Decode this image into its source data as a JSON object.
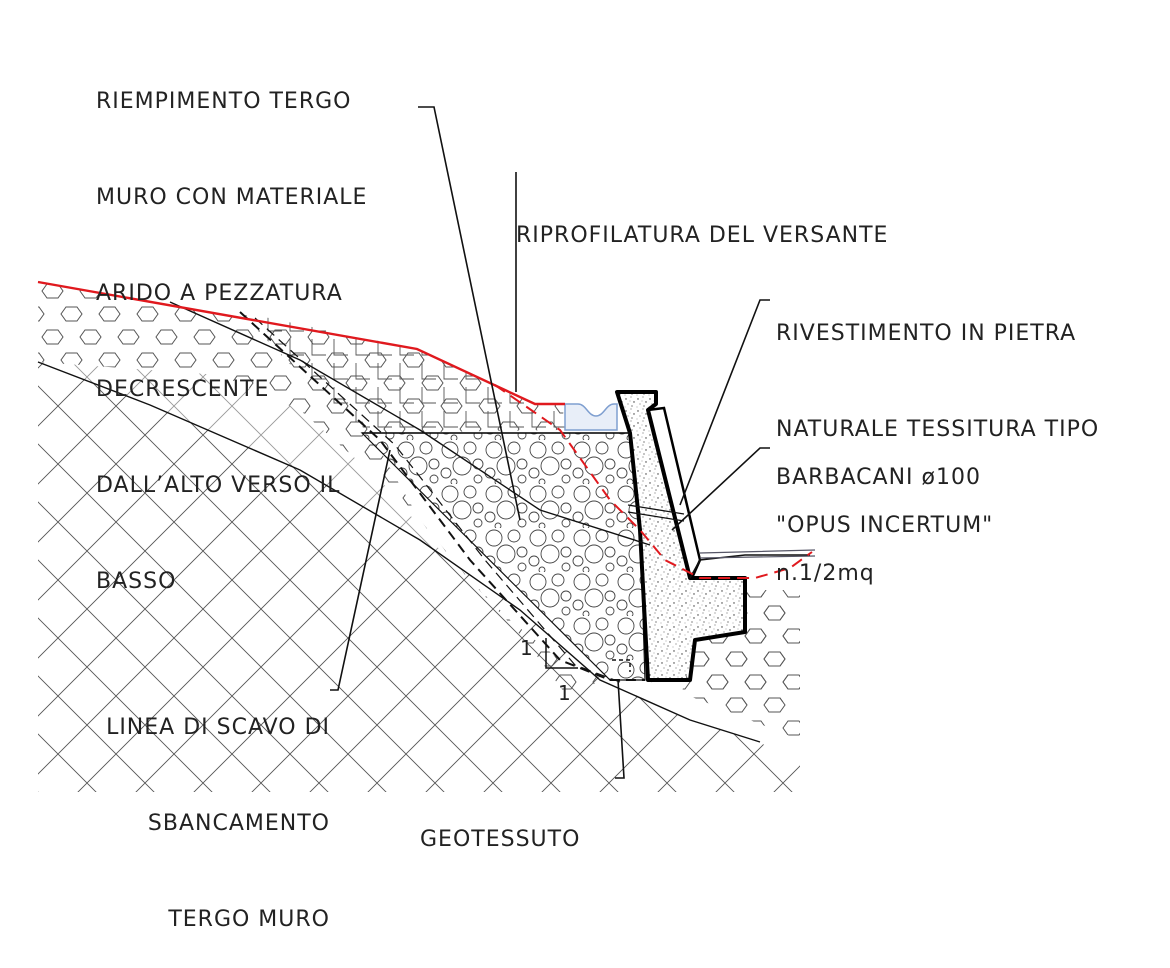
{
  "labels": {
    "fill": [
      "RIEMPIMENTO TERGO",
      "MURO CON MATERIALE",
      "ARIDO A PEZZATURA",
      "DECRESCENTE",
      "DALL’ALTO VERSO IL",
      "BASSO"
    ],
    "reprofile": "RIPROFILATURA DEL VERSANTE",
    "cladding": [
      "RIVESTIMENTO IN PIETRA",
      "NATURALE TESSITURA TIPO",
      "\"OPUS INCERTUM\""
    ],
    "weepholes": [
      "BARBACANI ø100",
      "n.1/2mq"
    ],
    "excavation": [
      "LINEA DI SCAVO DI",
      "SBANCAMENTO",
      "TERGO MURO"
    ],
    "geotextile": "GEOTESSUTO"
  },
  "slope_ratio": {
    "vertical": "1",
    "horizontal": "1"
  },
  "colors": {
    "line": "#1a1a1a",
    "hatch": "#555555",
    "profile": "#e0191e",
    "drain": "#7f9fd0"
  }
}
